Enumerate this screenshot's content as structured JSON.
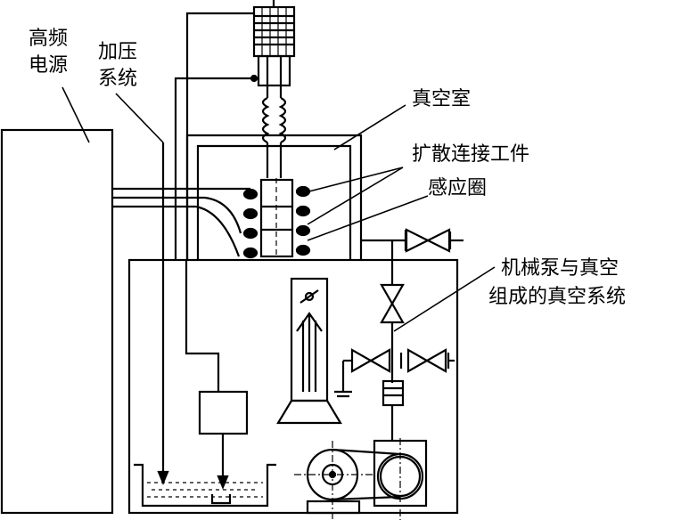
{
  "labels": {
    "hf_power": [
      "高频",
      "电源"
    ],
    "press_system": [
      "加压",
      "系统"
    ],
    "vacuum_chamber": "真空室",
    "workpieces": "扩散连接工件",
    "induction_coil": "感应圈",
    "vacuum_system": [
      "机械泵与真空",
      "组成的真空系统"
    ]
  },
  "colors": {
    "line": "#000000",
    "background": "#ffffff"
  }
}
